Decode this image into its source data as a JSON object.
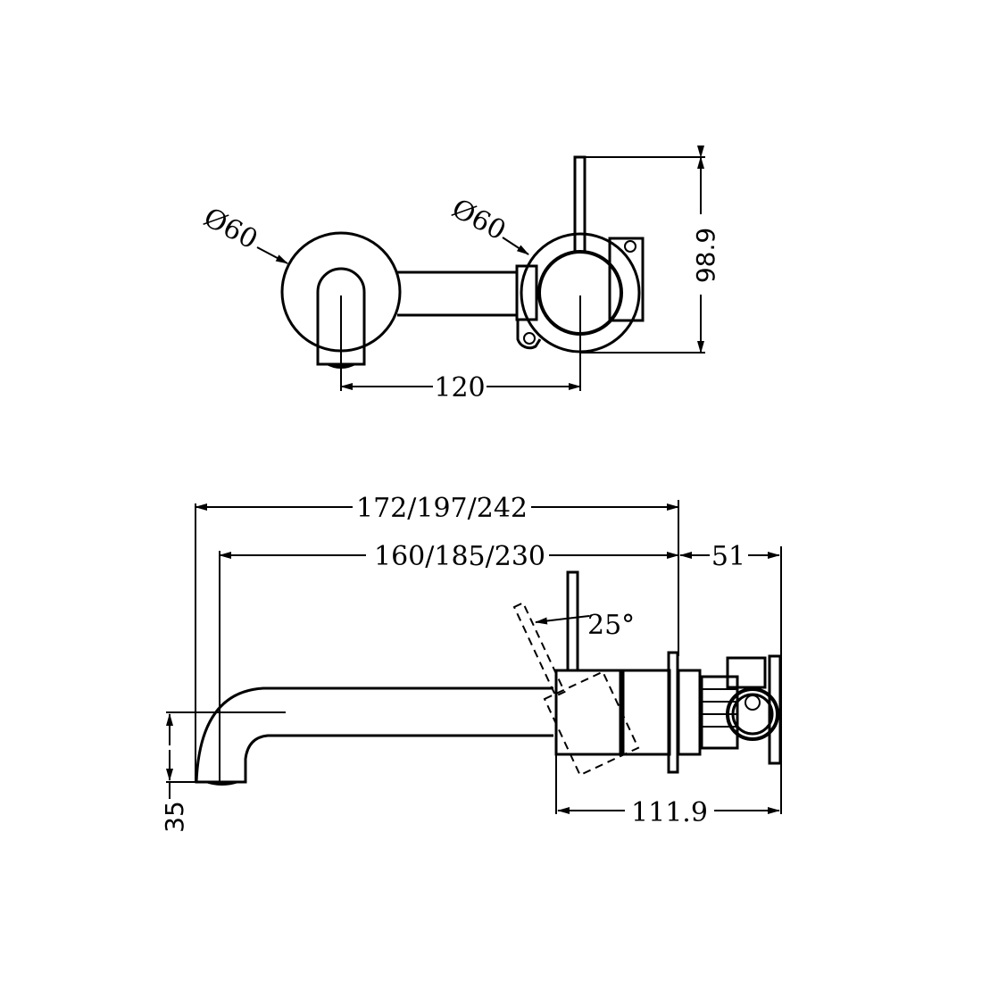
{
  "drawing": {
    "type": "technical-drawing",
    "subject": "wall-mounted basin mixer with spout",
    "line_color": "#000000",
    "background": "#ffffff"
  },
  "top_view": {
    "spout_plate_diameter": "Ø60",
    "mixer_plate_diameter": "Ø60",
    "centre_distance": "120",
    "handle_height": "98.9"
  },
  "side_view": {
    "overall_length": "172/197/242",
    "spout_reach": "160/185/230",
    "wall_depth": "51",
    "lever_angle": "25°",
    "body_depth": "111.9",
    "spout_height": "35"
  }
}
